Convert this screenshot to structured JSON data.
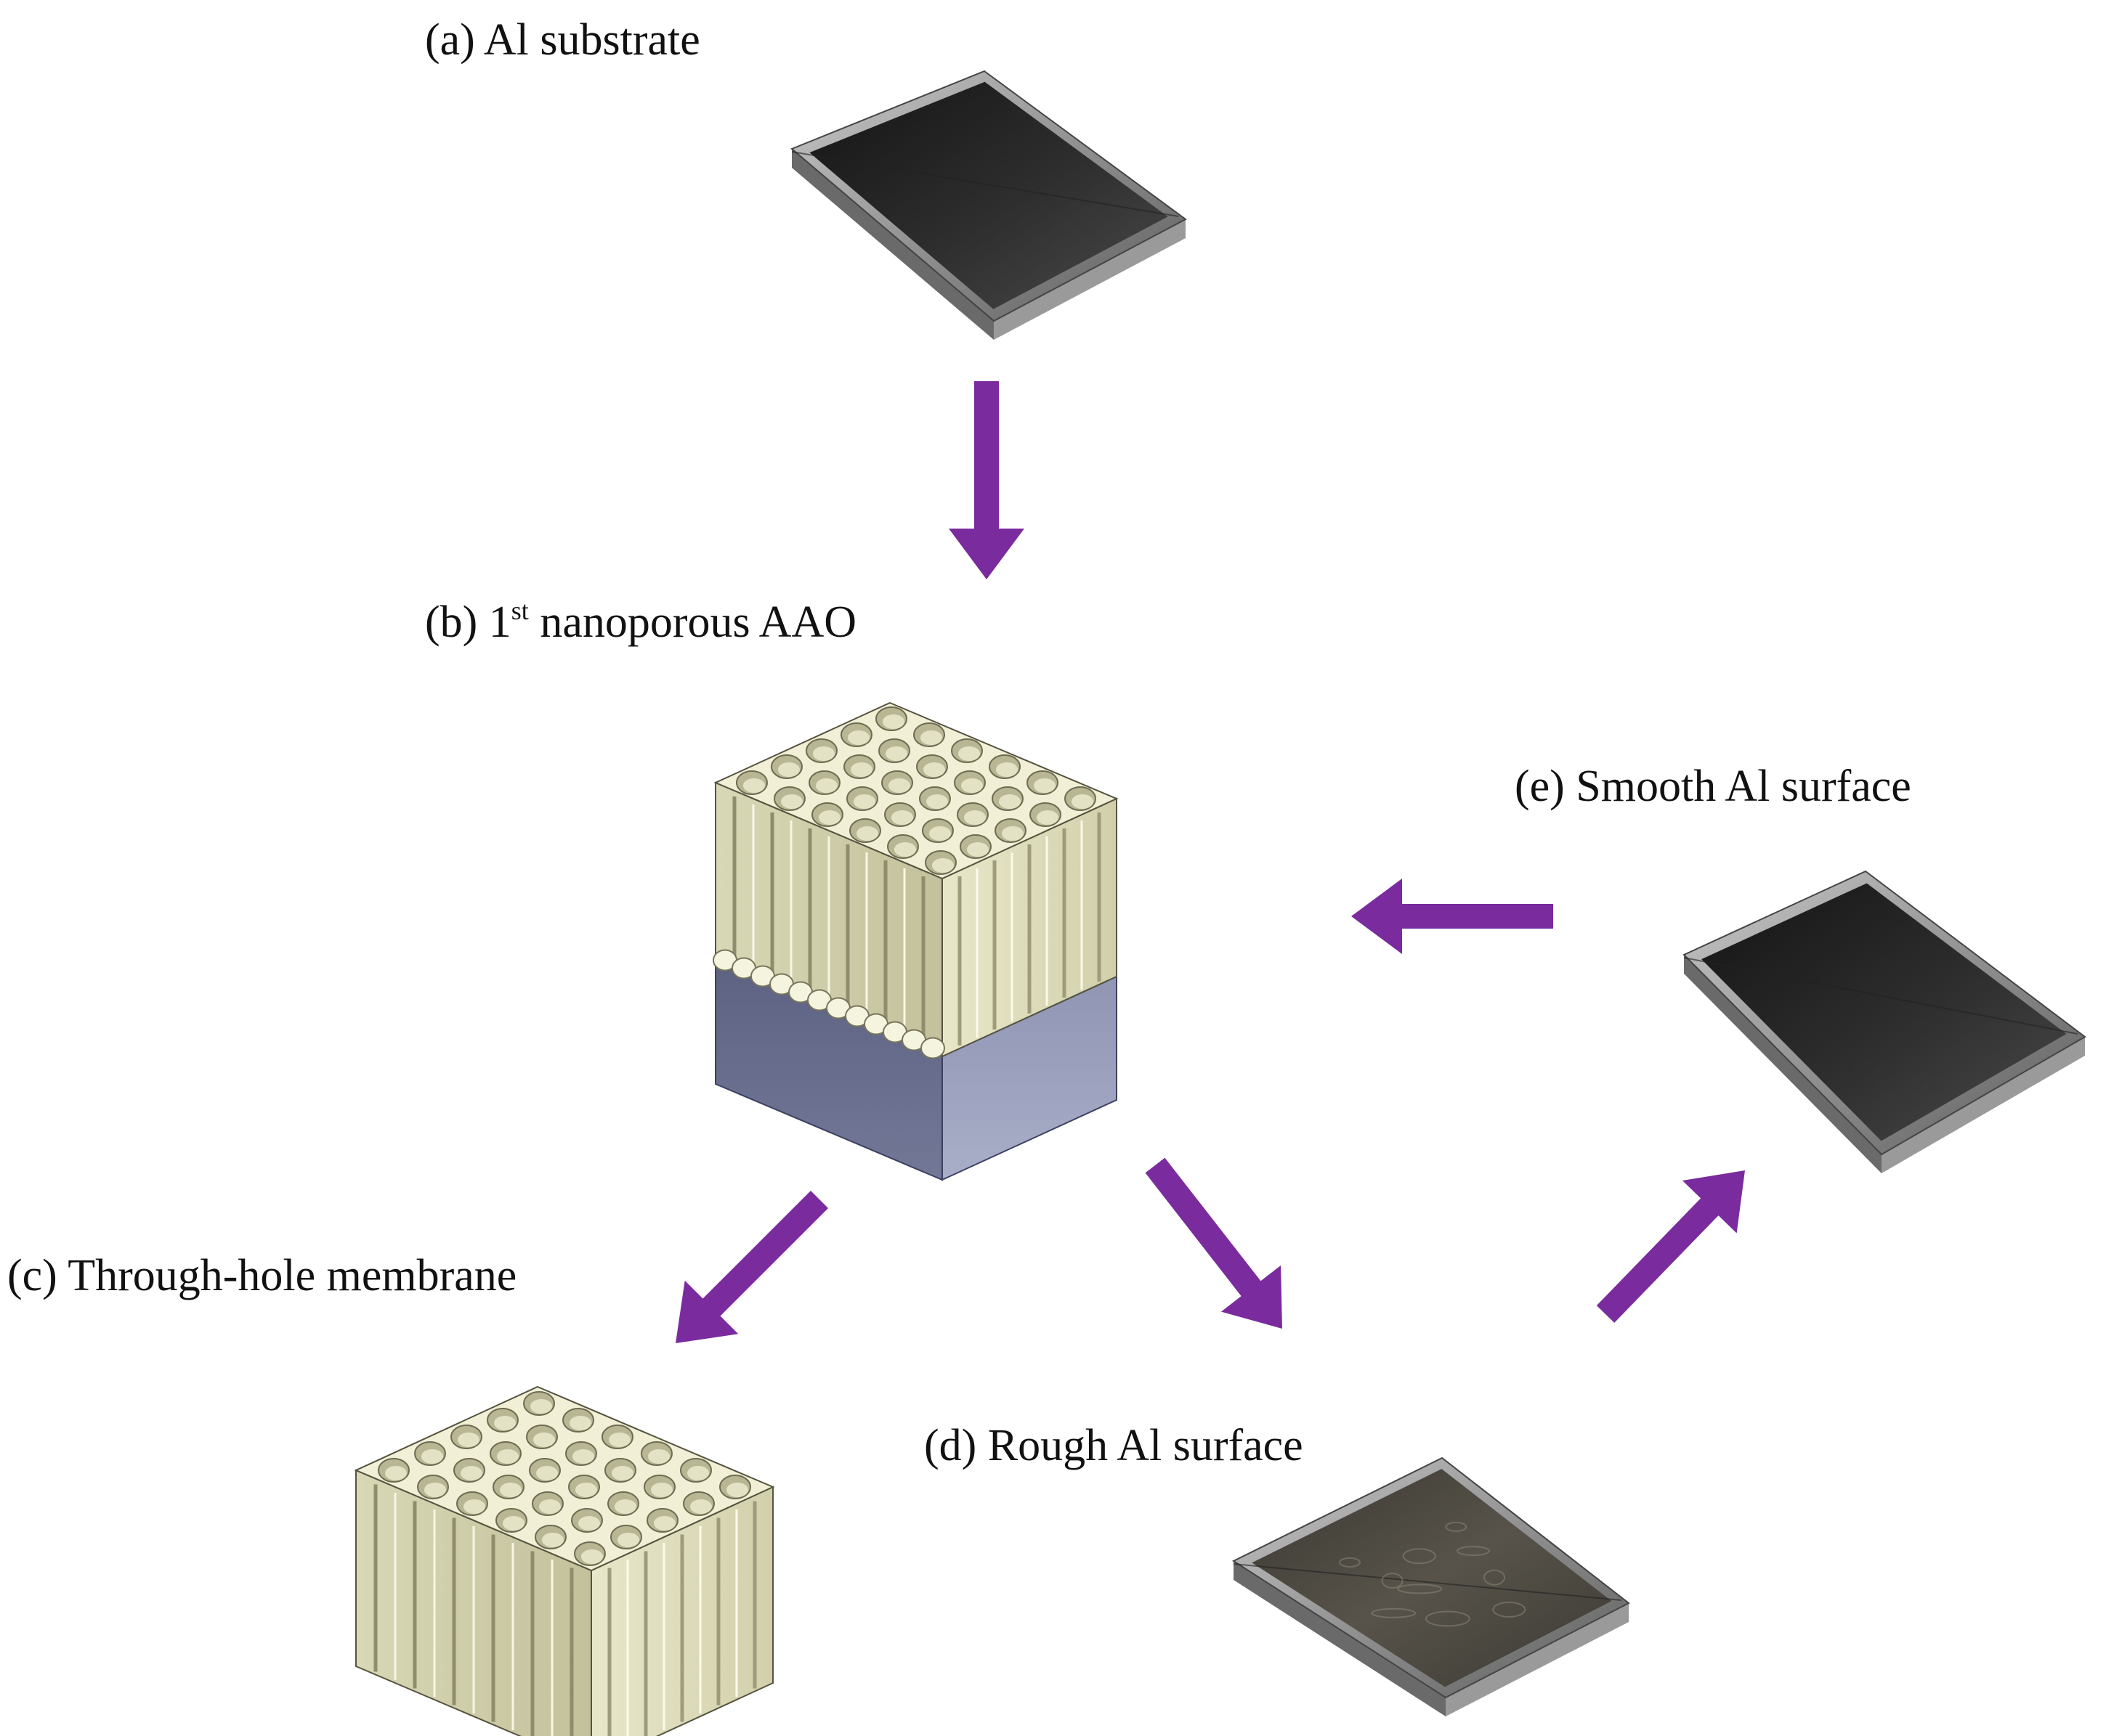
{
  "labels": {
    "a": "(a) Al substrate",
    "b_prefix": "(b) 1",
    "b_sup": "st",
    "b_suffix": " nanoporous AAO",
    "c": "(c) Through-hole membrane",
    "d": "(d) Rough Al surface",
    "e": "(e) Smooth Al surface"
  },
  "colors": {
    "arrow": "#7a2b9e",
    "plate_dark": "#2a2a2a",
    "plate_frame": "#8e8e8e",
    "rough_plate": "#4a473f",
    "aao_pore_wall": "#f1f0d6",
    "aao_pore_shadow": "#b9b793",
    "al_base_front": "#6a6f8e",
    "al_base_side": "#9aa0bd"
  },
  "icons": {
    "arrow": "arrow-icon",
    "plate": "al-plate-icon",
    "aao": "aao-block-icon",
    "membrane": "membrane-icon"
  }
}
